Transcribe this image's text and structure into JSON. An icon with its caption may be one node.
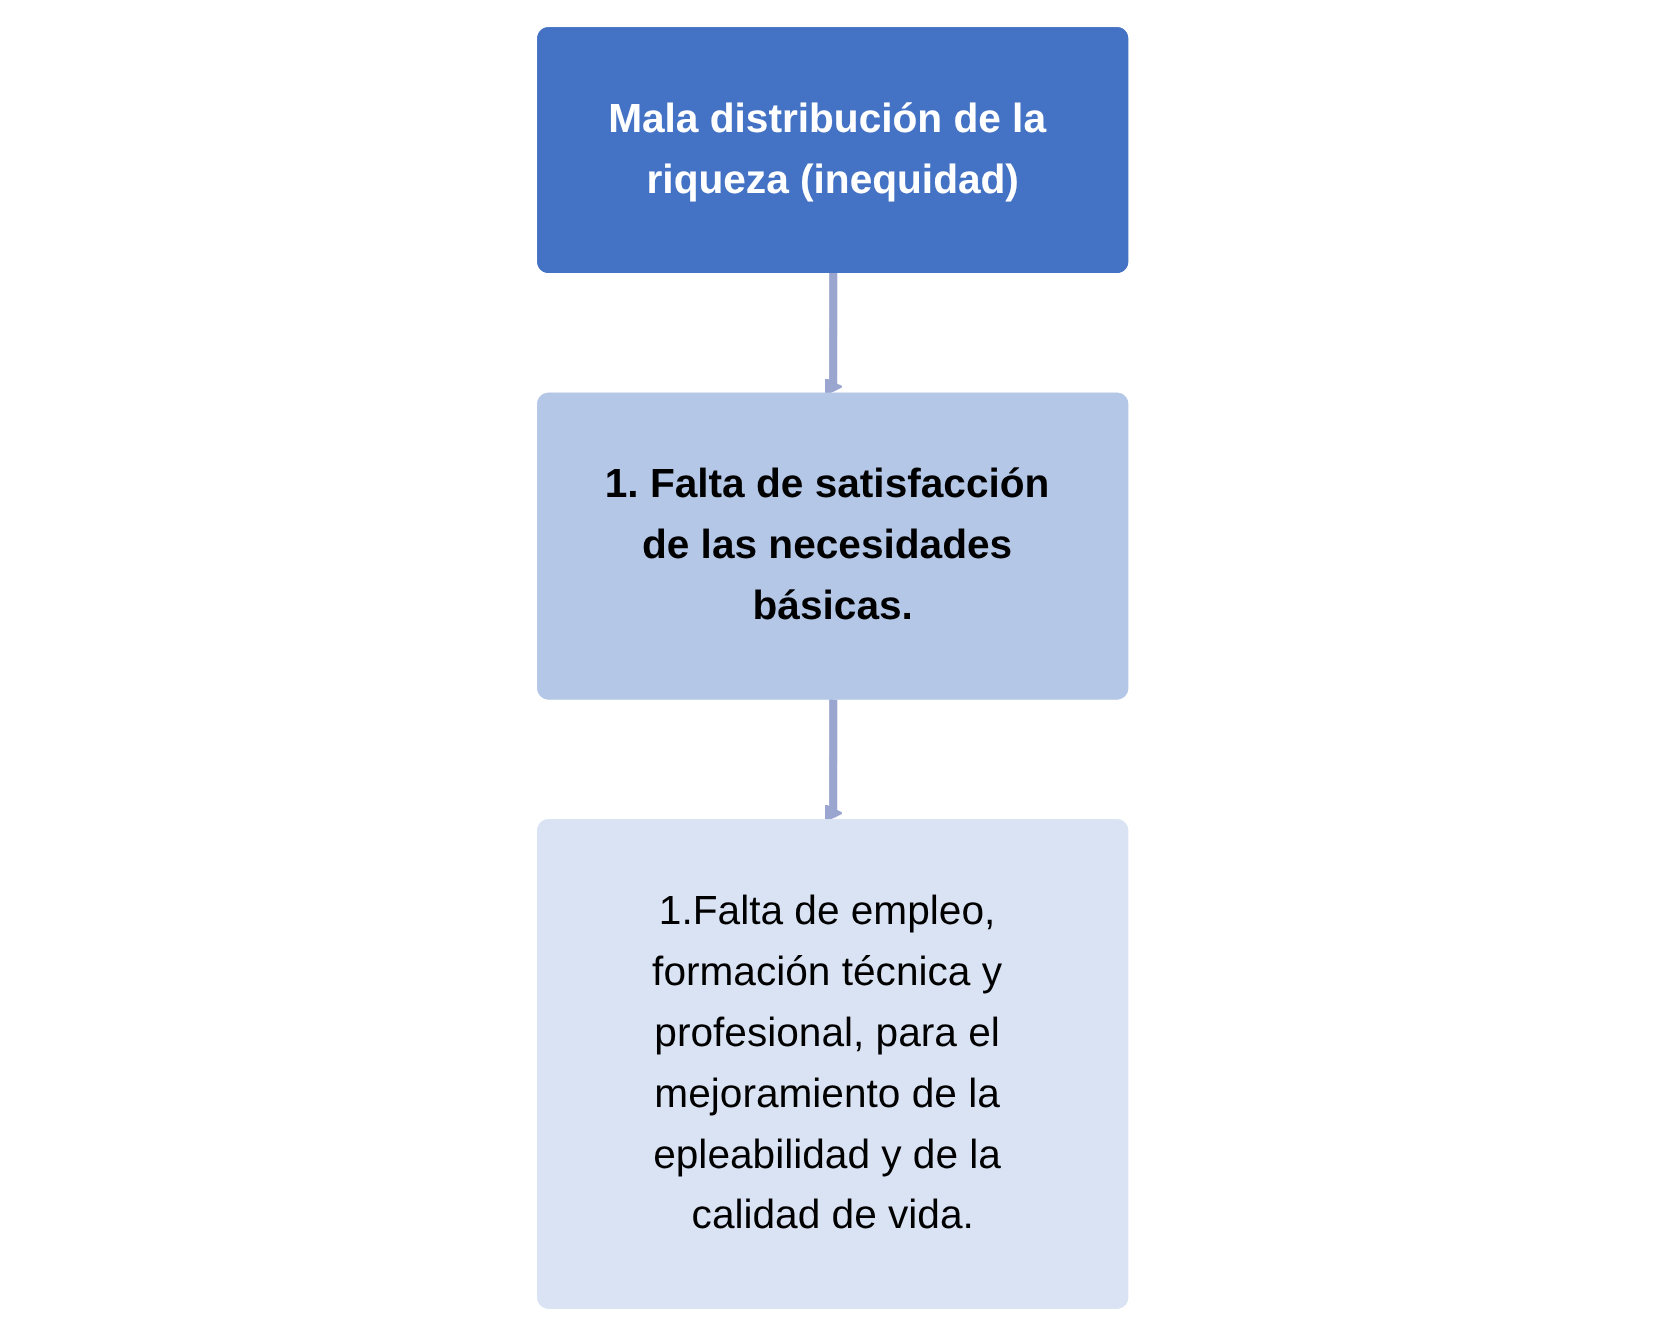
{
  "diagram": {
    "nodes": [
      {
        "text": [
          "Mala distribución de la riqueza (inequidad)"
        ]
      },
      {
        "text": [
          "1. Falta de satisfacción de las necesidades básicas."
        ]
      },
      {
        "text": [
          "1.Falta de empleo, formación técnica y profesional, para el mejoramiento de la epleabilidad y de la calidad de vida."
        ]
      }
    ],
    "edges": [
      {
        "from": 0,
        "to": 1,
        "arrow": "to"
      },
      {
        "from": 1,
        "to": 2,
        "arrow": "to"
      }
    ]
  }
}
